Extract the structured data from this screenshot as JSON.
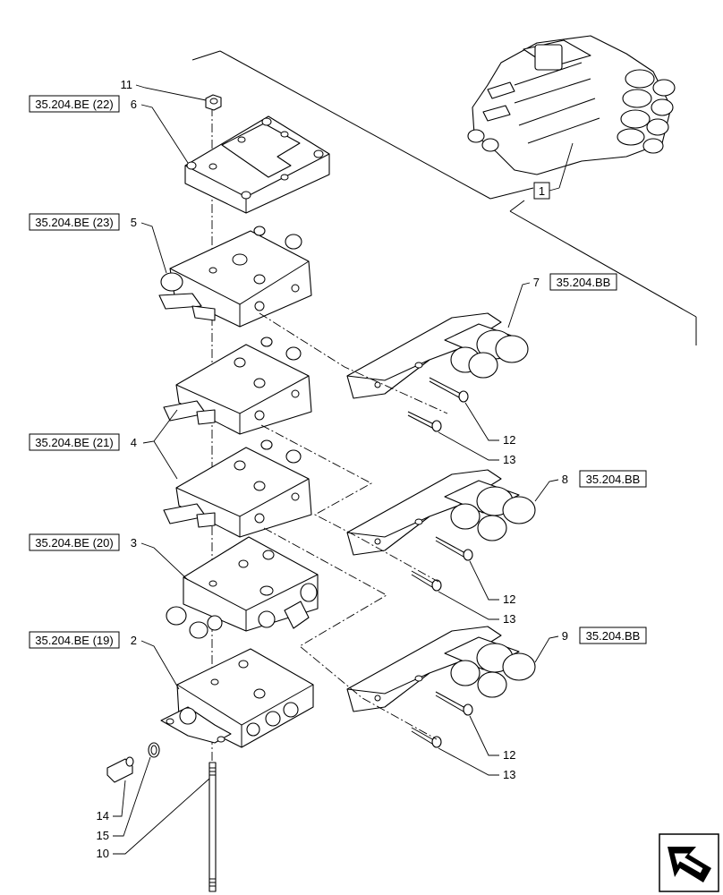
{
  "refs": {
    "r22": "35.204.BE (22)",
    "r23": "35.204.BE (23)",
    "r21": "35.204.BE (21)",
    "r20": "35.204.BE (20)",
    "r19": "35.204.BE (19)",
    "bb7": "35.204.BB",
    "bb8": "35.204.BB",
    "bb9": "35.204.BB"
  },
  "callouts": {
    "c1": "1",
    "c2": "2",
    "c3": "3",
    "c4": "4",
    "c5": "5",
    "c6": "6",
    "c7": "7",
    "c8": "8",
    "c9": "9",
    "c10": "10",
    "c11": "11",
    "c12a": "12",
    "c13a": "13",
    "c12b": "12",
    "c13b": "13",
    "c12c": "12",
    "c13c": "13",
    "c14": "14",
    "c15": "15"
  },
  "icons": {
    "nav": "back-arrow-icon"
  }
}
